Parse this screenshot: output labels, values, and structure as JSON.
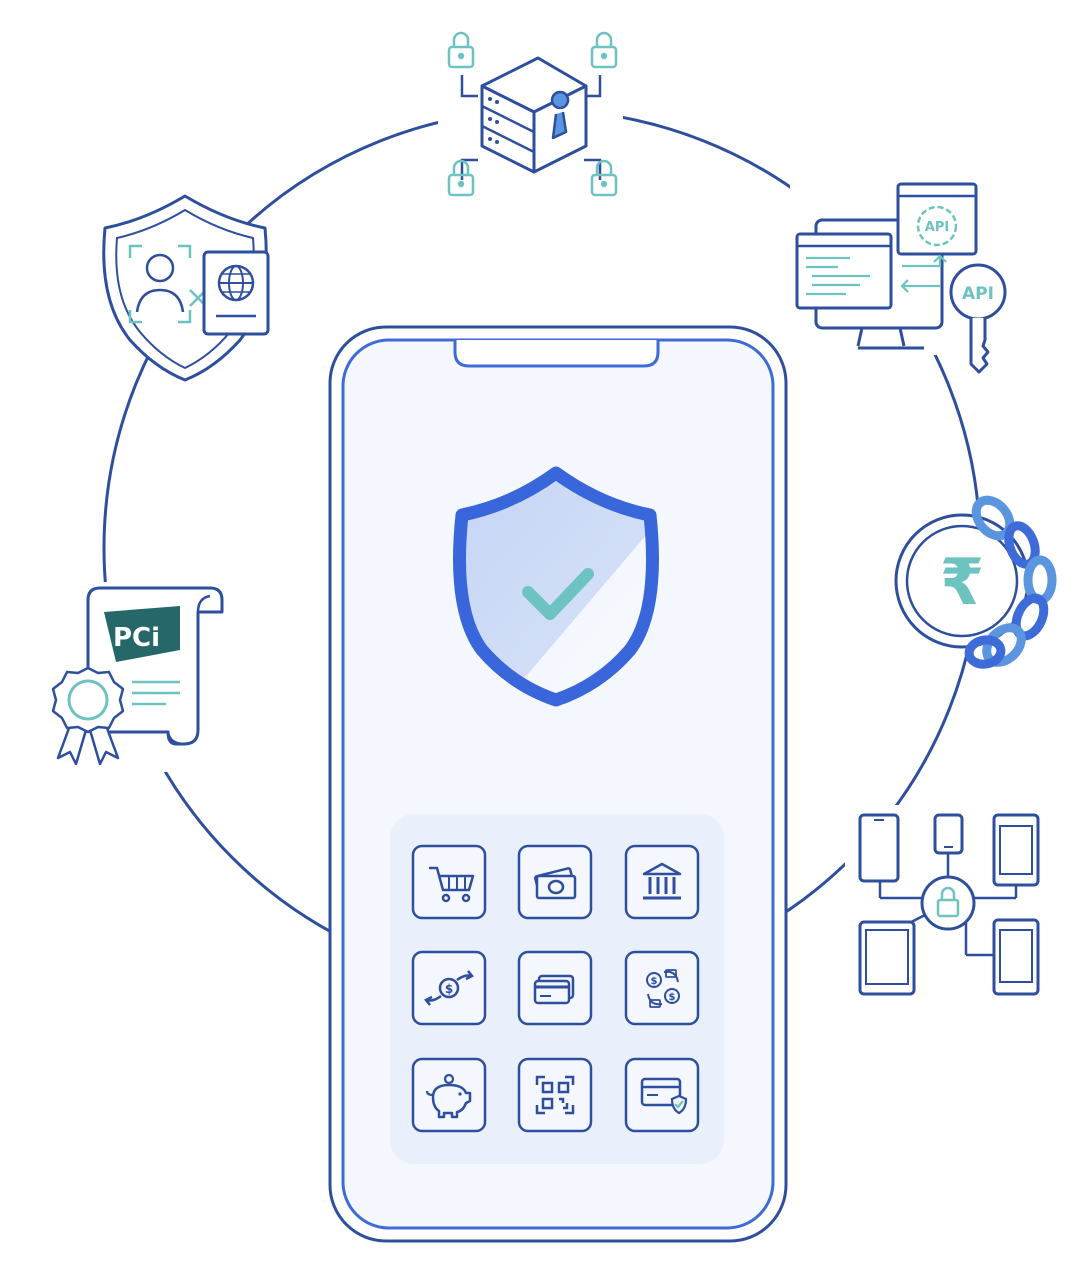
{
  "colors": {
    "primary_blue": "#2E4F9E",
    "bright_blue": "#3D6BD8",
    "light_blue_fill": "#CFDDF6",
    "panel_fill": "#EEF3FC",
    "teal": "#6CC3BF",
    "pci_green": "#26686A",
    "chain_blue": "#5B95E0",
    "white": "#FFFFFF"
  },
  "labels": {
    "pci": "PCi",
    "api_window": "API",
    "api_key": "API",
    "rupee": "₹"
  },
  "icons": {
    "center": "shield-checkmark-icon",
    "top": "secure-server-vault-icon",
    "top_right": "api-integration-icon",
    "right": "rupee-chain-icon",
    "bottom_right": "connected-devices-lock-icon",
    "left": "pci-certificate-icon",
    "top_left": "identity-verification-shield-icon",
    "grid": [
      "shopping-cart-icon",
      "cash-icon",
      "bank-icon",
      "money-transfer-icon",
      "credit-cards-icon",
      "currency-exchange-icon",
      "piggy-bank-icon",
      "qr-code-icon",
      "secure-card-icon"
    ]
  }
}
